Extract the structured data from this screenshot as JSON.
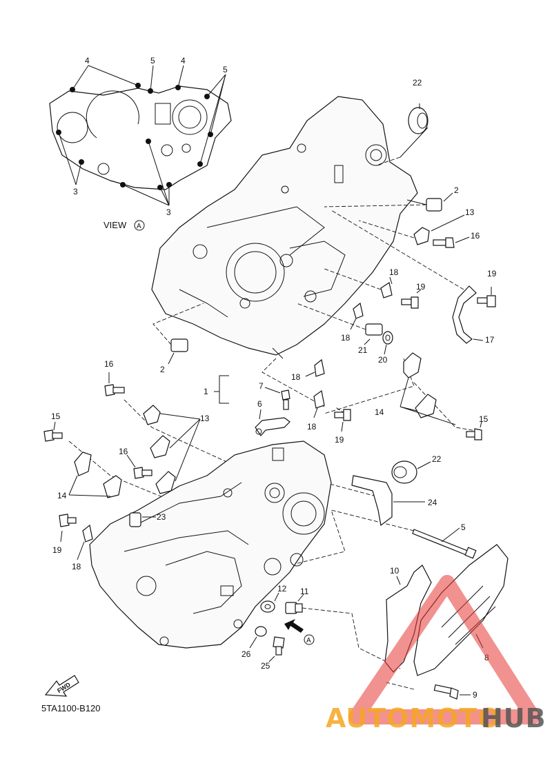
{
  "view_label": "VIEW",
  "view_marker": "A",
  "arrow_marker": "A",
  "diagram_code": "5TA1100-B120",
  "fwd_label": "FWD",
  "watermark": {
    "part1": "AUTOMOTO",
    "part2": "HUB",
    "color1": "#f5a623",
    "color2": "#555555",
    "triangle_color": "#e53935"
  },
  "callouts": {
    "c4a": "4",
    "c5a": "5",
    "c4b": "4",
    "c5b": "5",
    "c3a": "3",
    "c3b": "3",
    "c22a": "22",
    "c2a": "2",
    "c13a": "13",
    "c16a": "16",
    "c18a": "18",
    "c19a": "19",
    "c19b": "19",
    "c17": "17",
    "c18b": "18",
    "c21": "21",
    "c20": "20",
    "c2b": "2",
    "c18c": "18",
    "c16b": "16",
    "c1": "1",
    "c7": "7",
    "c6": "6",
    "c18d": "18",
    "c13b": "13",
    "c15a": "15",
    "c14a": "14",
    "c15b": "15",
    "c19c": "19",
    "c16c": "16",
    "c14b": "14",
    "c22b": "22",
    "c24": "24",
    "c23": "23",
    "c5c": "5",
    "c19d": "19",
    "c18e": "18",
    "c10": "10",
    "c12": "12",
    "c11": "11",
    "c8": "8",
    "c26": "26",
    "c25": "25",
    "c9": "9"
  }
}
